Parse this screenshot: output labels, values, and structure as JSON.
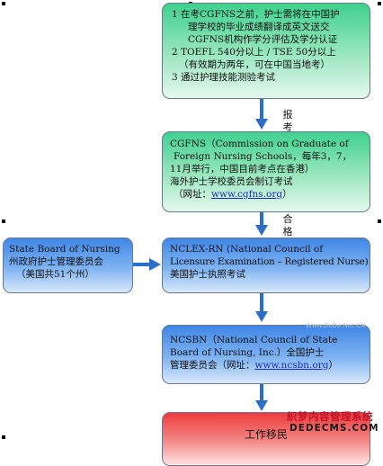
{
  "box1": {
    "lines": [
      "1  在考CGFNS之前，护士需将在中国护",
      "理学校的毕业成绩翻译成英文送交",
      "CGFNS机构作学分评估及学分认证",
      "2  TOEFL 540分以上 / TSE 50分以上",
      "（有效期为两年，可在中国当地考）",
      "3   通过护理技能测验考试"
    ]
  },
  "arrow1_label": [
    "报",
    "考"
  ],
  "box2": {
    "lines": [
      "CGFNS（Commission on Graduate of",
      "Foreign Nursing Schools，每年3，7，",
      "11月举行，中国目前考点在香港）",
      "海外护士学校委员会制订考试"
    ],
    "site_prefix": "（网址：",
    "site_link": "www.cgfns.org",
    "site_suffix": "）"
  },
  "arrow2_label": [
    "合",
    "格"
  ],
  "state_box": {
    "lines": [
      "State Board of Nursing",
      "州政府护士管理委员会",
      "（美国共51个州）"
    ]
  },
  "box3": {
    "lines": [
      "NCLEX-RN (National Council of",
      "Licensure Examination – Registered Nurse)",
      "美国护士执照考试"
    ]
  },
  "box4": {
    "lines": [
      "NCSBN（National Council of State",
      "Board of Nursing, Inc.）全国护士"
    ],
    "line3_prefix": "管理委员会（网址：",
    "site_link": "www.ncsbn.org",
    "site_suffix": "）"
  },
  "box5": {
    "label": "工作移民"
  },
  "watermark": {
    "line1": "织梦内容管理系统",
    "line2": "DEDECMS.COM",
    "faint": "Www.DeDe.Net.CN"
  },
  "colors": {
    "arrow": "#2c6fc8",
    "green": "#3fd08e",
    "blue": "#3f86e6",
    "red": "#ee3b3b",
    "link": "#1a2bc0"
  }
}
